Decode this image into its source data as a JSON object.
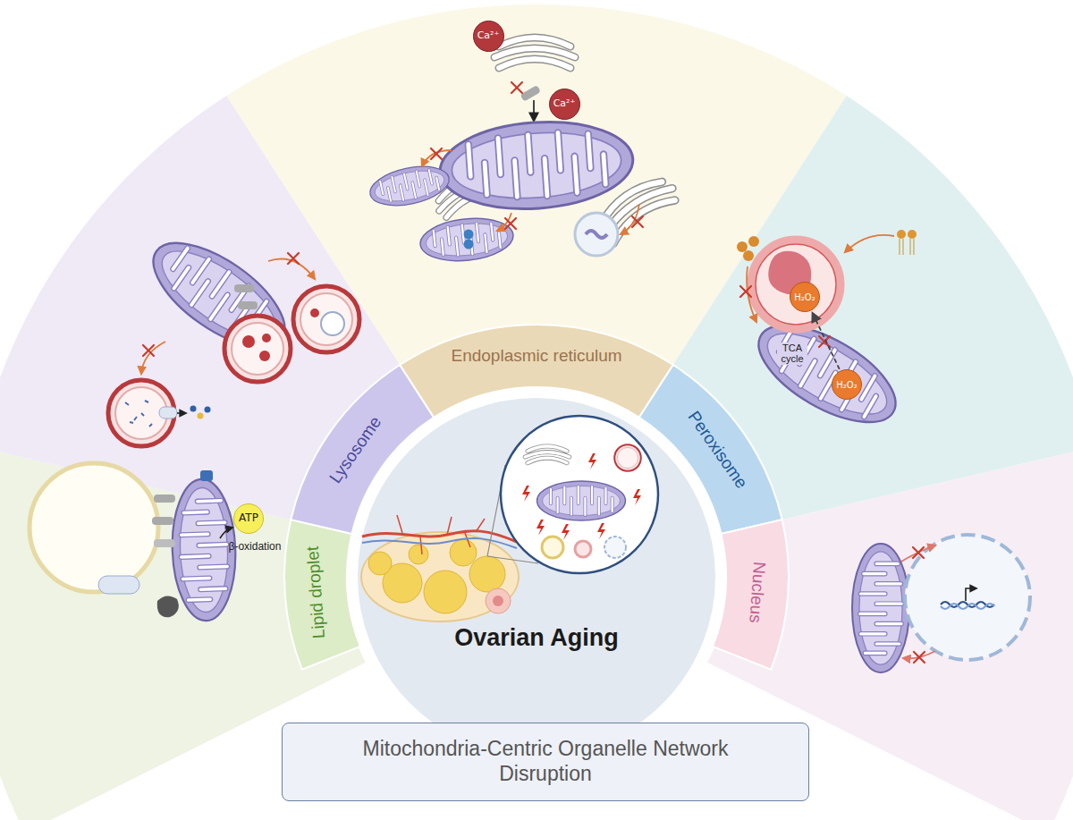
{
  "diagram": {
    "nodes": [
      {
        "text": [
          "Ca²⁺"
        ]
      },
      {
        "text": [
          "Ca²⁺"
        ]
      },
      {
        "text": [
          "H₂O₂"
        ]
      },
      {
        "text": [
          "H₂O₂"
        ]
      },
      {
        "text": [
          "Endoplasmic reticulum"
        ]
      },
      {
        "text": [
          "Lysosome"
        ]
      },
      {
        "text": [
          "Peroxisome"
        ]
      },
      {
        "text": [
          "Lipid droplet"
        ]
      },
      {
        "text": [
          "Nucleus"
        ]
      },
      {
        "text": [
          "ATP"
        ]
      },
      {
        "text": [
          "Ovarian Aging"
        ]
      },
      {
        "text": [
          "Mitochondria-Centric Organelle Network Disruption"
        ]
      }
    ],
    "edges": [
      {
        "from": 3,
        "to": 2,
        "arrow": "to"
      }
    ],
    "labels": [
      "TCA cycle",
      "β-oxidation"
    ]
  }
}
